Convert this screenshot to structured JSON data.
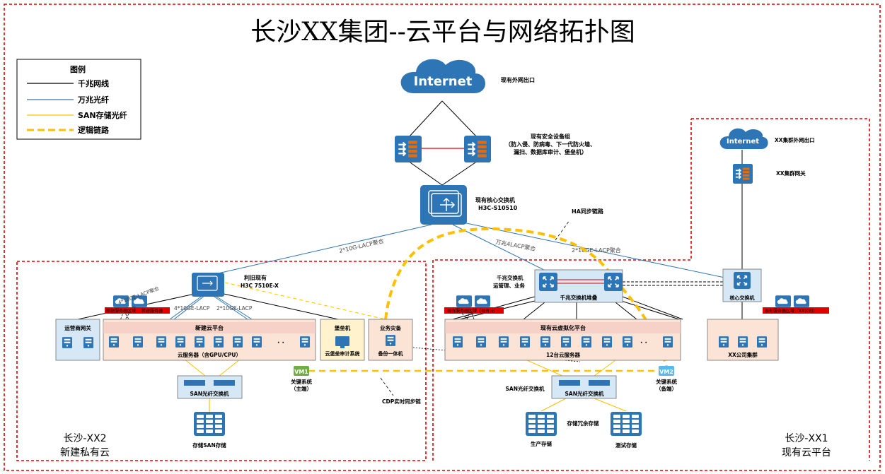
{
  "title": "长沙XX集团--云平台与网络拓扑图",
  "legend": {
    "title": "图例",
    "items": [
      {
        "label": "千兆网线",
        "color": "#000000",
        "style": "solid"
      },
      {
        "label": "万兆光纤",
        "color": "#2e75b6",
        "style": "solid"
      },
      {
        "label": "SAN存储光纤",
        "color": "#ffc000",
        "style": "solid"
      },
      {
        "label": "逻辑链路",
        "color": "#ffc000",
        "style": "dashed"
      }
    ]
  },
  "top": {
    "internet": "Internet",
    "internet_note": "现有外网出口",
    "security_note_1": "现有安全设备组",
    "security_note_2": "（防入侵、防病毒、下一代防火墙、",
    "security_note_3": "漏扫、数据库审计、堡垒机）",
    "core_note_1": "现有核心交换机",
    "core_note_2": "H3C-S10510",
    "ha_link": "HA同步链路"
  },
  "links": {
    "left_uplink": "2*10G-LACP聚合",
    "right_uplink_1": "万兆4LACP聚合",
    "right_uplink_2": "2*10GE-LACP聚合",
    "left_a": "4*10GE-LACP",
    "left_b": "2*10GE-LACP",
    "left_agg": "4*10GE-LACP聚合",
    "cdp": "CDP实时同步链",
    "red_left_1": "新建服务器区域",
    "red_left_2": "新建服务器",
    "red_right": "现有服务器区域（现有云）",
    "red_far": "现有服务器区域（XX公司）"
  },
  "xx2": {
    "switch_note_1": "利旧现有",
    "switch_note_2": "H3C 7510E-X",
    "operator_gw": "运营商网关",
    "cloud": "新建云平台",
    "servers": "云服务器（含GPU/CPU）",
    "bastion": "堡垒机",
    "bastion_sub": "云堡垒审计系统",
    "backup": "业务灾备",
    "backup_sub": "备份一体机",
    "vm1": "VM1",
    "vm1_note_1": "关键系统",
    "vm1_note_2": "（主端）",
    "san_sw": "SAN光纤交换机",
    "storage": "存储SAN存储",
    "region_1": "长沙-XX2",
    "region_2": "新建私有云"
  },
  "xx1": {
    "core_note_1": "千兆交换机",
    "core_note_2": "运管理、业务",
    "stack": "千兆交换机堆叠",
    "cloud": "现有云虚拟化平台",
    "servers": "12台云服务器",
    "vm2": "VM2",
    "vm2_note_1": "关键系统",
    "vm2_note_2": "（备端）",
    "san_label": "SAN光纤交换机",
    "san_sw": "SAN光纤交换机",
    "storage_label": "存储冗余存储",
    "prod": "生产存储",
    "test": "测试存储",
    "region_1": "长沙-XX1",
    "region_2": "现有云平台"
  },
  "far": {
    "internet": "Internet",
    "internet_note": "XX集群外网出口",
    "gateway_note": "XX集群网关",
    "switch": "核心交换机",
    "cluster": "XX公司集群"
  }
}
